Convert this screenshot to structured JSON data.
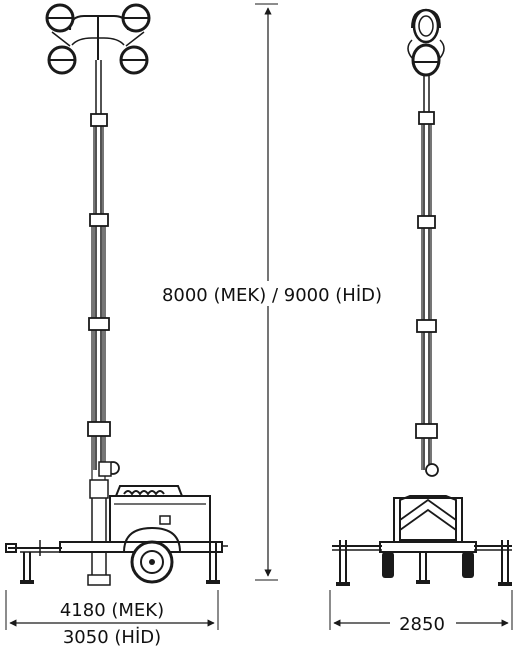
{
  "dimensions": {
    "height_label": "8000 (MEK) / 9000 (HİD)",
    "length_label_mek": "4180 (MEK)",
    "length_label_hid": "3050 (HİD)",
    "width_label": "2850"
  },
  "colors": {
    "line": "#1a1a1a",
    "background": "#ffffff"
  }
}
